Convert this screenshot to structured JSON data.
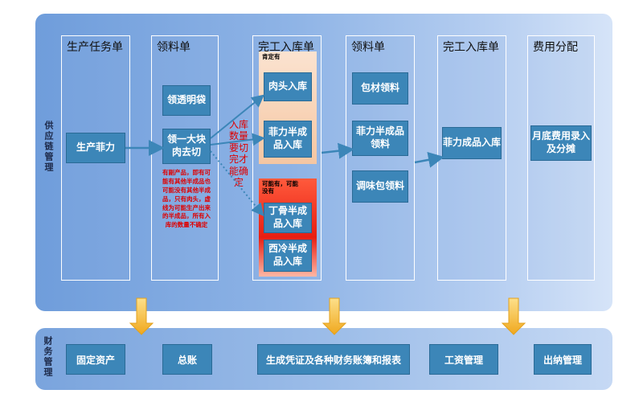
{
  "supply_chain": {
    "side_label": "供应链管理",
    "stages": [
      {
        "title": "生产任务单",
        "boxes": [
          "生产菲力"
        ]
      },
      {
        "title": "领料单",
        "boxes": [
          "领透明袋",
          "领一大块肉去切"
        ],
        "note": "有副产品，即有可能有其他半成品也可能没有其他半成品，只有肉头，虚线为可能生产出来的半成品，所有入库的数量不确定"
      },
      {
        "title": "完工入库单",
        "group_definite": {
          "tag": "肯定有",
          "boxes": [
            "肉头入库",
            "菲力半成品入库"
          ]
        },
        "group_possible": {
          "tag": "可能有，可能没有",
          "boxes": [
            "丁骨半成品入库",
            "西冷半成品入库"
          ]
        }
      },
      {
        "title": "领料单",
        "boxes": [
          "包材领料",
          "菲力半成品领料",
          "调味包领料"
        ]
      },
      {
        "title": "完工入库单",
        "boxes": [
          "菲力成品入库"
        ]
      },
      {
        "title": "费用分配",
        "boxes": [
          "月底费用录入及分摊"
        ]
      }
    ],
    "middle_note": "入库数量要切完才能确定"
  },
  "finance": {
    "side_label": "财务管理",
    "boxes": [
      "固定资产",
      "总账",
      "生成凭证及各种财务账簿和报表",
      "工资管理",
      "出纳管理"
    ]
  },
  "colors": {
    "box": "#3c86b8",
    "note": "#e00000",
    "definite_group": "#f6c9a8",
    "possible_group": "#ee2a1c",
    "arrow_down": "#f4b93a"
  }
}
